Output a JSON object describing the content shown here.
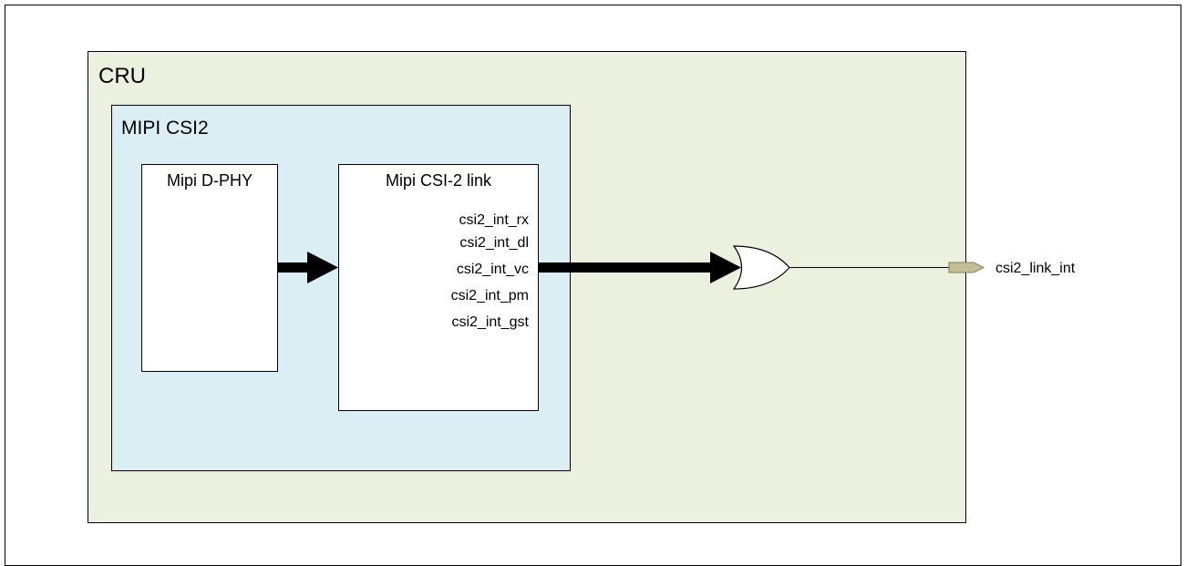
{
  "cru": {
    "label": "CRU",
    "fill": "#EBF1DE"
  },
  "mipi_csi2": {
    "label": "MIPI CSI2",
    "fill": "#DAEEF3"
  },
  "dphy": {
    "label": "Mipi D-PHY"
  },
  "csi2_link": {
    "label": "Mipi CSI-2 link",
    "signals": [
      "csi2_int_rx",
      "csi2_int_dl",
      "csi2_int_vc",
      "csi2_int_pm",
      "csi2_int_gst"
    ]
  },
  "output_port": {
    "label": "csi2_link_int",
    "fill": "#C4BD97"
  }
}
